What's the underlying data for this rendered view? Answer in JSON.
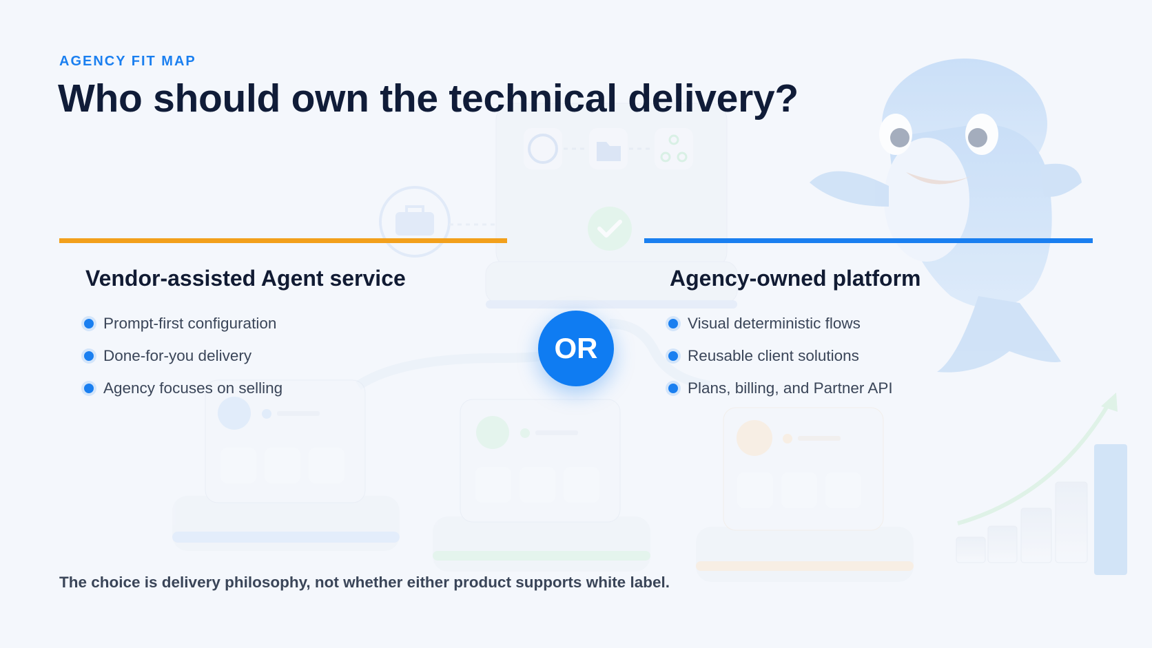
{
  "eyebrow": "AGENCY FIT MAP",
  "title": "Who should own the technical delivery?",
  "left_column": {
    "heading": "Vendor-assisted Agent service",
    "accent_color": "#f2a01c",
    "bullets": [
      "Prompt-first configuration",
      "Done-for-you delivery",
      "Agency focuses on selling"
    ]
  },
  "divider_label": "OR",
  "right_column": {
    "heading": "Agency-owned platform",
    "accent_color": "#1a7ff0",
    "bullets": [
      "Visual deterministic flows",
      "Reusable client solutions",
      "Plans, billing, and Partner API"
    ]
  },
  "footnote": "The choice is delivery philosophy, not whether either product supports white label.",
  "background_icons": [
    "brain-icon",
    "folder-icon",
    "network-icon",
    "check-icon",
    "toolbox-icon",
    "user-icon",
    "chat-icon",
    "bar-chart-icon",
    "dolphin-mascot",
    "growth-chart"
  ]
}
